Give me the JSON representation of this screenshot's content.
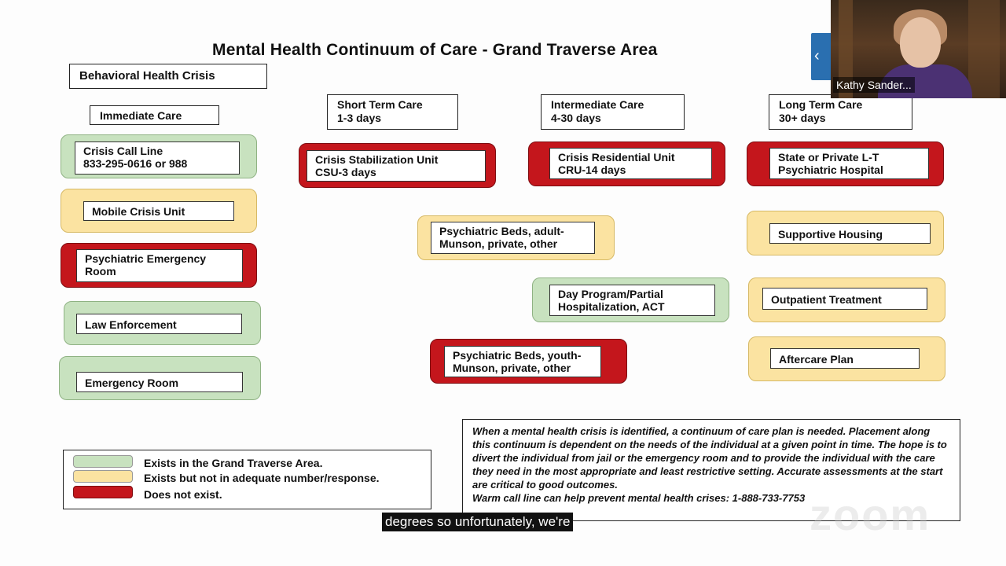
{
  "slide": {
    "title": "Mental Health Continuum of Care - Grand Traverse Area",
    "crisis_label": "Behavioral Health Crisis",
    "columns": {
      "immediate": "Immediate Care",
      "short_term": {
        "line1": "Short Term Care",
        "line2": "1-3 days"
      },
      "intermediate": {
        "line1": "Intermediate Care",
        "line2": "4-30 days"
      },
      "long_term": {
        "line1": "Long Term Care",
        "line2": "30+ days"
      }
    },
    "immediate_items": {
      "crisis_call_line": {
        "line1": "Crisis Call Line",
        "line2": "833-295-0616 or 988"
      },
      "mobile_crisis": "Mobile Crisis Unit",
      "psych_er": {
        "line1": "Psychiatric Emergency",
        "line2": "Room"
      },
      "law_enforcement": "Law Enforcement",
      "emergency_room": "Emergency Room"
    },
    "short_term_items": {
      "csu": {
        "line1": "Crisis Stabilization Unit",
        "line2": "CSU-3 days"
      }
    },
    "middle_items": {
      "psych_beds_adult": {
        "line1": "Psychiatric Beds, adult-",
        "line2": "Munson, private, other"
      },
      "day_program": {
        "line1": "Day Program/Partial",
        "line2": "Hospitalization, ACT"
      },
      "psych_beds_youth": {
        "line1": "Psychiatric Beds, youth-",
        "line2": "Munson, private, other"
      }
    },
    "intermediate_items": {
      "cru": {
        "line1": "Crisis Residential Unit",
        "line2": "CRU-14 days"
      }
    },
    "long_term_items": {
      "state_hospital": {
        "line1": "State or Private L-T",
        "line2": "Psychiatric Hospital"
      },
      "supportive_housing": "Supportive Housing",
      "outpatient": "Outpatient Treatment",
      "aftercare": "Aftercare Plan"
    },
    "legend": {
      "green": "Exists in the Grand Traverse Area.",
      "yellow": "Exists but not in adequate number/response.",
      "red": "Does not exist."
    },
    "note": {
      "text": "When a mental health crisis is identified, a continuum of care plan is needed. Placement along this continuum is dependent on the needs of the individual at a given point in time. The hope is to divert the individual from jail or the emergency room and to provide the individual with the care they need in the most appropriate and least restrictive setting. Accurate assessments at the start are critical to good outcomes.",
      "call_line": "Warm call line can help prevent mental health crises:  1-888-733-7753"
    },
    "colors": {
      "green": "#c8e2bf",
      "yellow": "#fbe3a1",
      "red": "#c4161c"
    }
  },
  "video": {
    "participant_name": "Kathy Sander..."
  },
  "watermark": "zoom",
  "caption": "degrees so unfortunately, we're"
}
